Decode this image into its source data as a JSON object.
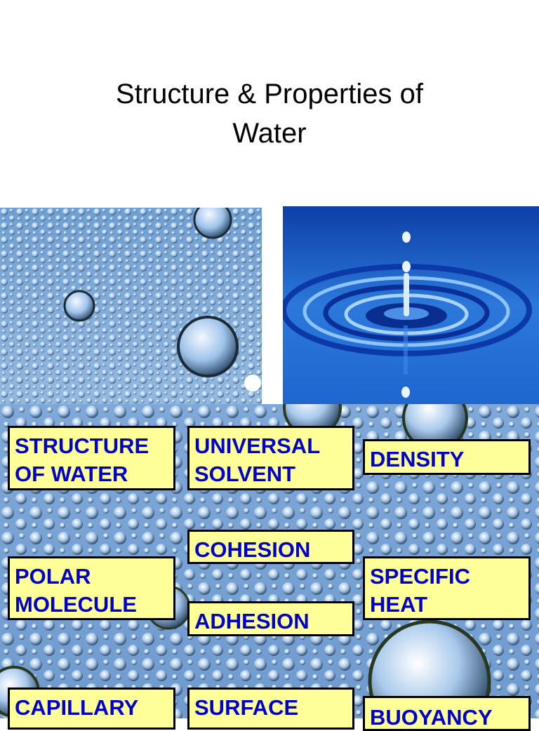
{
  "title": {
    "line1": "Structure & Properties of",
    "line2": "Water"
  },
  "images": {
    "top_left": "water-droplets-photo",
    "top_right": "water-ripple-drop-photo",
    "background": "water-droplets-background-photo"
  },
  "colors": {
    "label_fill": "#ffff99",
    "label_text": "#0000cc",
    "label_border": "#000000",
    "water_blue": "#2f7fd6"
  },
  "labels": {
    "structure": [
      "STRUCTURE",
      "OF WATER"
    ],
    "solvent": [
      "UNIVERSAL",
      "SOLVENT"
    ],
    "density": [
      "DENSITY"
    ],
    "cohesion": [
      "COHESION"
    ],
    "polar": [
      "POLAR",
      "MOLECULE"
    ],
    "specific_heat": [
      "SPECIFIC",
      "HEAT"
    ],
    "adhesion": [
      "ADHESION"
    ],
    "capillary": [
      "CAPILLARY"
    ],
    "surface": [
      "SURFACE"
    ],
    "buoyancy": [
      "BUOYANCY"
    ]
  }
}
